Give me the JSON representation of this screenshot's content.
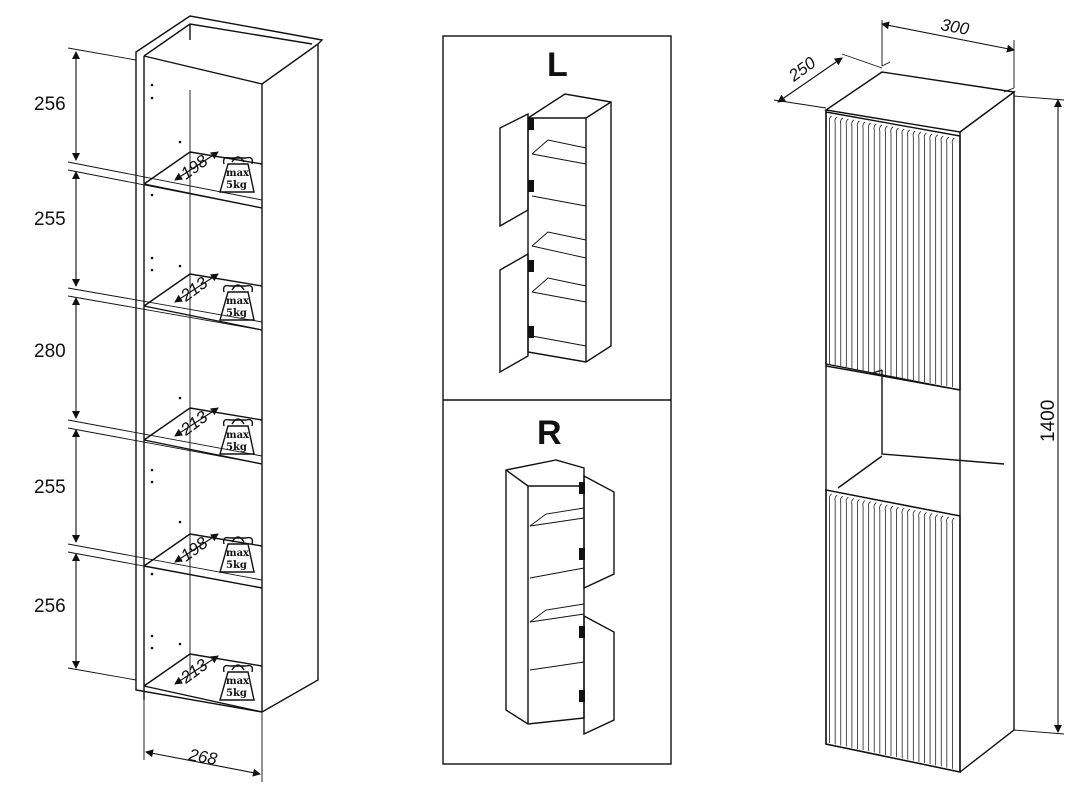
{
  "shelf_heights": [
    "256",
    "255",
    "280",
    "255",
    "256"
  ],
  "shelf_depths": [
    "198",
    "213",
    "213",
    "198",
    "213"
  ],
  "max_load": {
    "line1": "max",
    "line2": "5kg"
  },
  "total_width_left": "268",
  "variants": {
    "left": "L",
    "right": "R"
  },
  "overall": {
    "width": "300",
    "depth": "250",
    "height": "1400"
  },
  "colors": {
    "line": "#111111",
    "background": "#ffffff"
  }
}
